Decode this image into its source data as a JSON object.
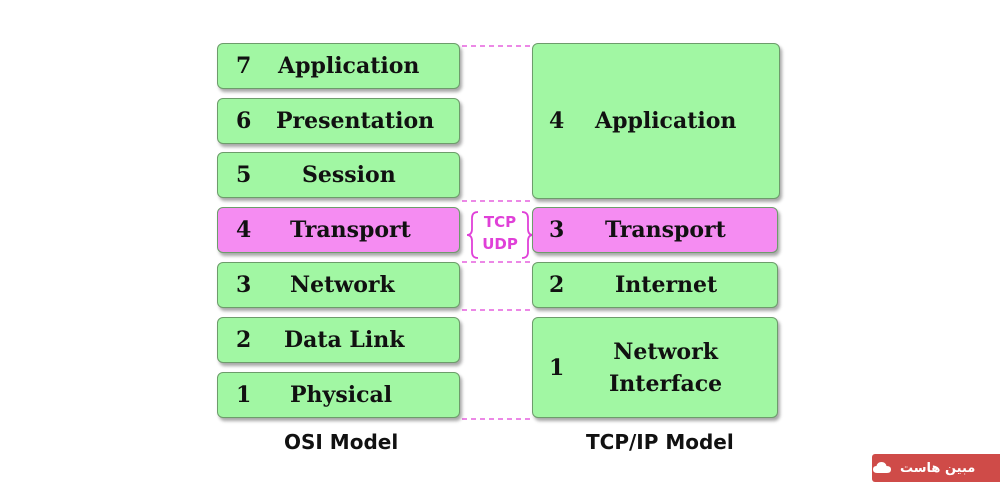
{
  "osi": {
    "caption": "OSI Model",
    "layers": [
      {
        "num": "7",
        "name": "Application"
      },
      {
        "num": "6",
        "name": "Presentation"
      },
      {
        "num": "5",
        "name": "Session"
      },
      {
        "num": "4",
        "name": "Transport"
      },
      {
        "num": "3",
        "name": "Network"
      },
      {
        "num": "2",
        "name": "Data Link"
      },
      {
        "num": "1",
        "name": "Physical"
      }
    ]
  },
  "tcpip": {
    "caption": "TCP/IP Model",
    "layers": [
      {
        "num": "4",
        "name": "Application"
      },
      {
        "num": "3",
        "name": "Transport"
      },
      {
        "num": "2",
        "name": "Internet"
      },
      {
        "num": "1",
        "name_line1": "Network",
        "name_line2": "Interface"
      }
    ]
  },
  "protocols": {
    "tcp": "TCP",
    "udp": "UDP"
  },
  "colors": {
    "layer_fill": "#a1f7a3",
    "transport_fill": "#f58cf2",
    "connector": "#e040d8",
    "logo_bg": "#cf4b48"
  },
  "logo": {
    "text": "مبین هاست"
  }
}
